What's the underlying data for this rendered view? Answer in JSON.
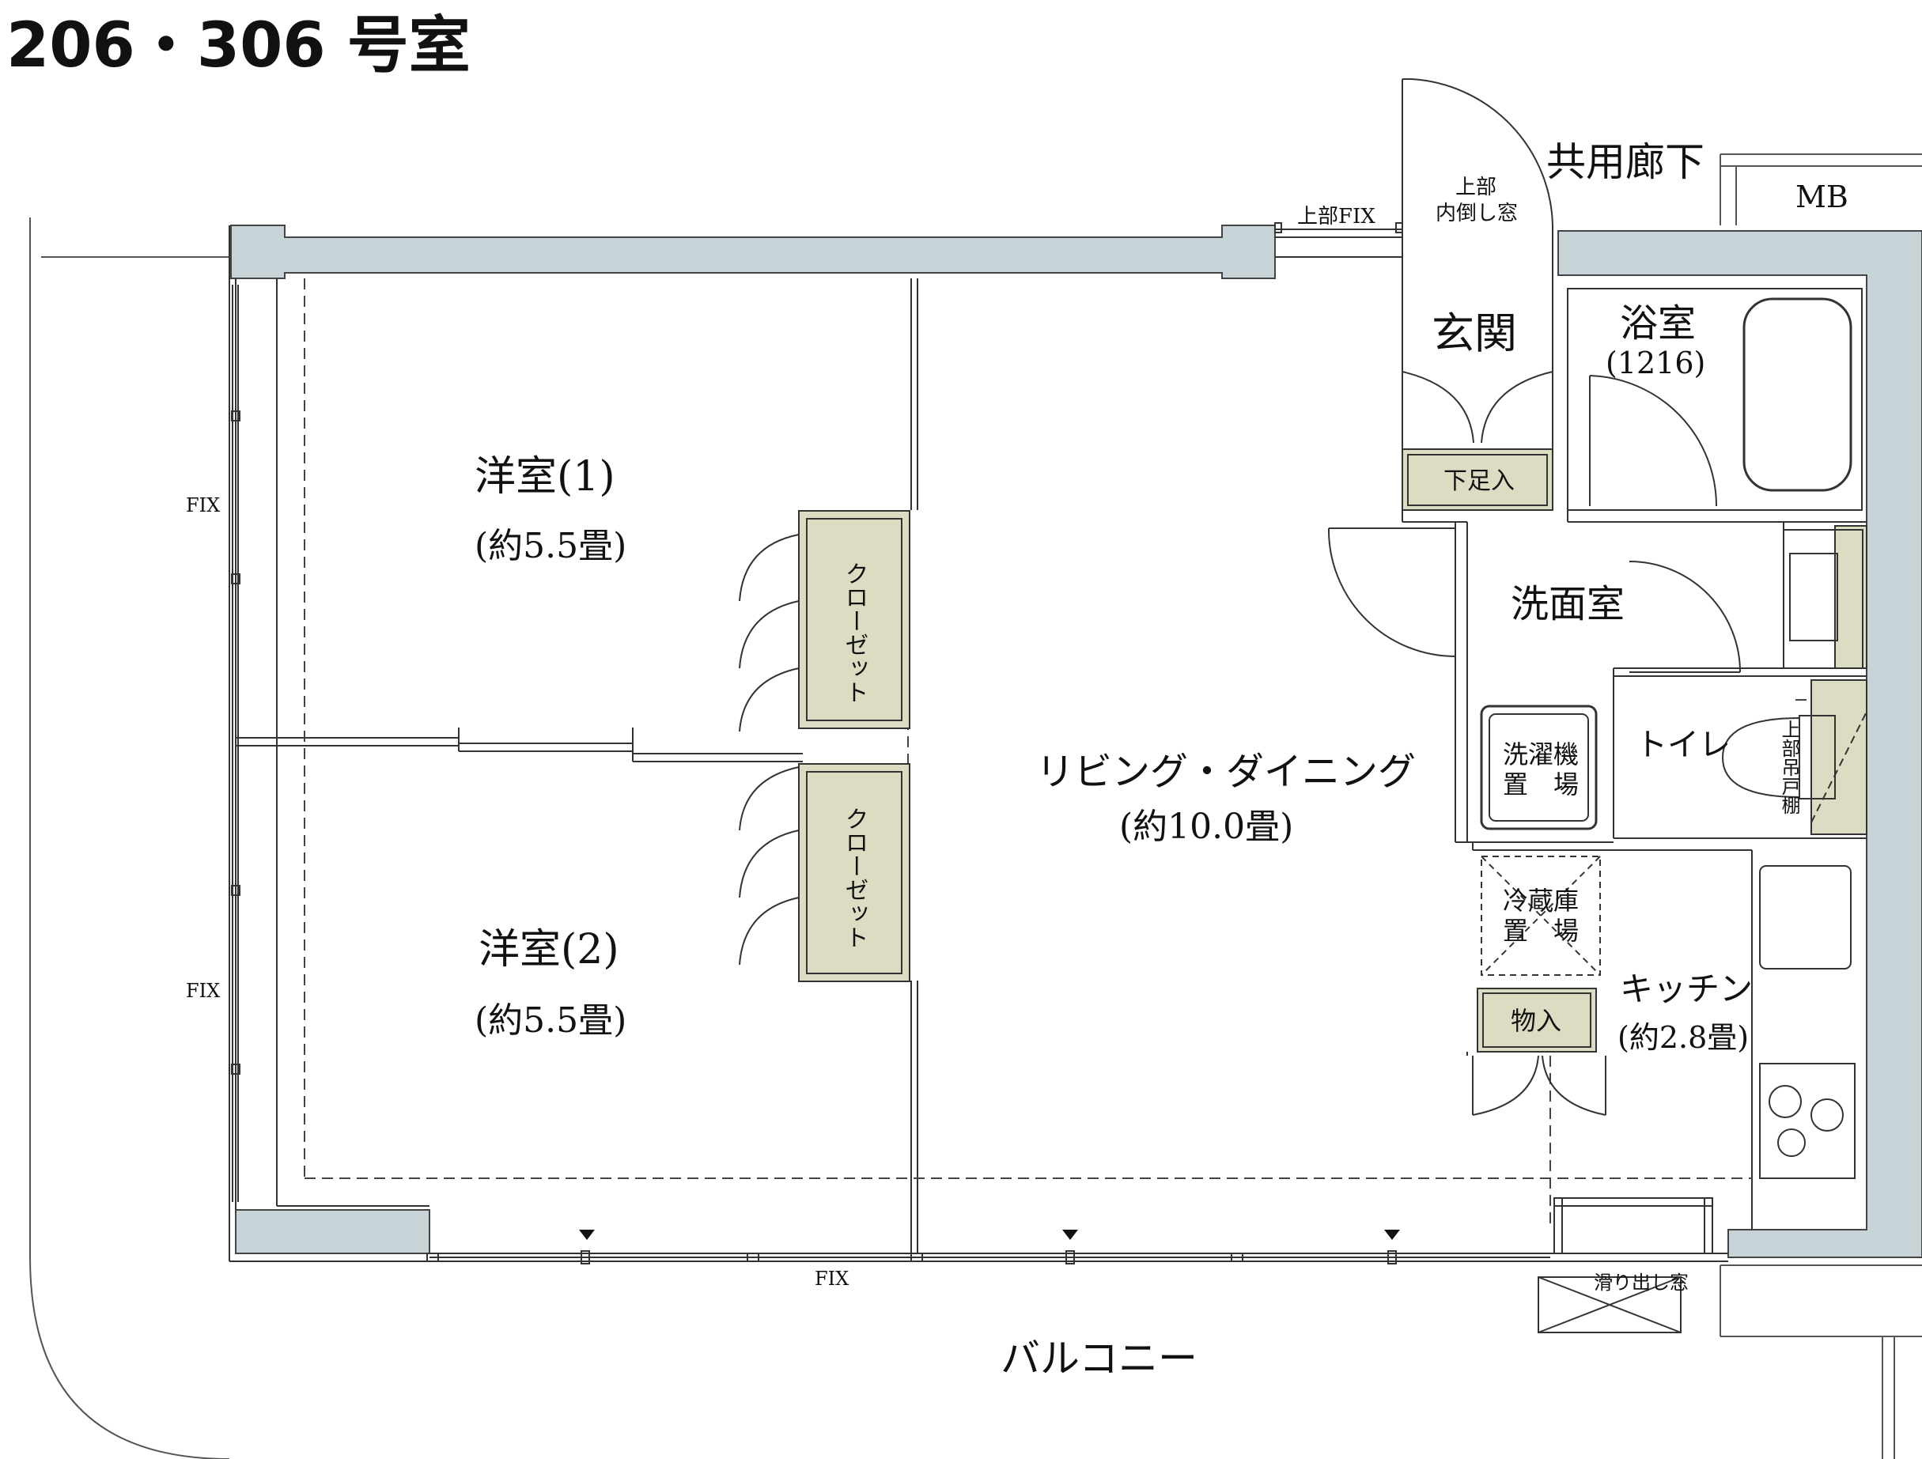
{
  "unit_title": "206・306 号室",
  "rooms": {
    "western1": {
      "name": "洋室(1)",
      "size": "(約5.5畳)"
    },
    "western2": {
      "name": "洋室(2)",
      "size": "(約5.5畳)"
    },
    "living": {
      "name": "リビング・ダイニング",
      "size": "(約10.0畳)"
    },
    "entrance": {
      "name": "玄関"
    },
    "bath": {
      "name": "浴室",
      "size": "(1216)"
    },
    "washroom": {
      "name": "洗面室"
    },
    "toilet": {
      "name": "トイレ"
    },
    "kitchen": {
      "name": "キッチン",
      "size": "(約2.8畳)"
    }
  },
  "fixtures": {
    "closet": "クローゼット",
    "shoe_storage": "下足入",
    "washer_space": [
      "洗濯機",
      "置　場"
    ],
    "fridge_space": [
      "冷蔵庫",
      "置　場"
    ],
    "pantry": "物入",
    "upper_cabinet": "上部吊戸棚",
    "upper_window": [
      "上部",
      "内倒し窓"
    ],
    "upper_fix": "上部FIX",
    "slide_window": "滑り出し窓",
    "fix": "FIX"
  },
  "outside": {
    "corridor": "共用廊下",
    "mb": "MB",
    "balcony": "バルコニー"
  },
  "colors": {
    "wall": "#c8d3d7",
    "storage": "#dcdcc2",
    "line": "#333333"
  }
}
